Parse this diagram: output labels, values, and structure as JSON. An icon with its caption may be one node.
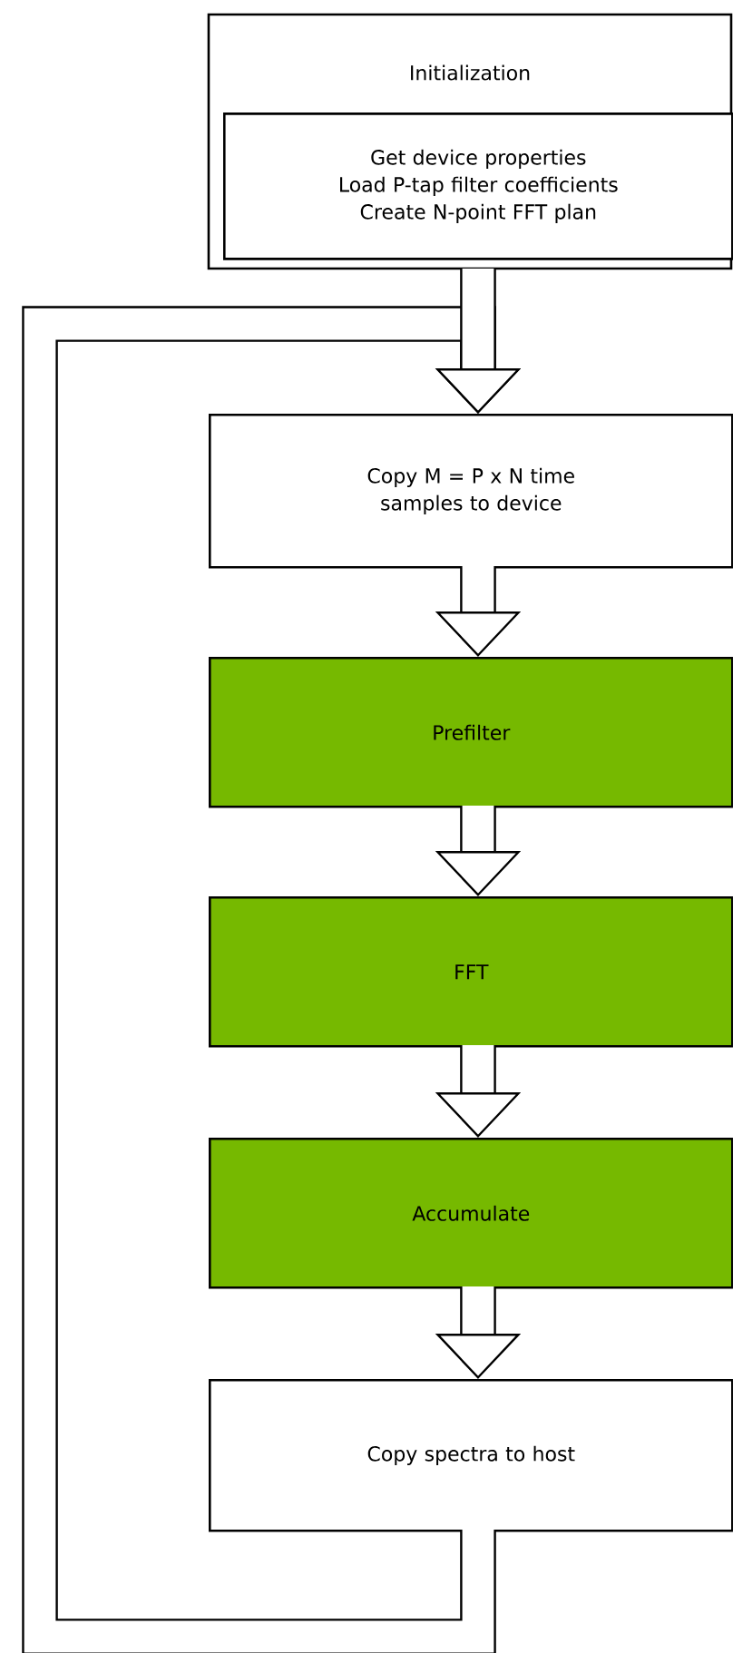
{
  "diagram": {
    "nodes": [
      {
        "text": [
          "Initialization"
        ]
      },
      {
        "text": [
          "Get device properties",
          "Load P-tap filter coefficients",
          "Create N-point FFT plan"
        ],
        "in": 0
      },
      {
        "text": [
          "Copy M = P x N time samples to device"
        ]
      },
      {
        "text": [
          "Prefilter"
        ]
      },
      {
        "text": [
          "FFT"
        ]
      },
      {
        "text": [
          "Accumulate"
        ]
      },
      {
        "text": [
          "Copy spectra to host"
        ]
      }
    ],
    "edges": [
      {
        "from": 0,
        "to": 2,
        "arrow": "to"
      },
      {
        "from": 2,
        "to": 3,
        "arrow": "to"
      },
      {
        "from": 3,
        "to": 4,
        "arrow": "to"
      },
      {
        "from": 4,
        "to": 5,
        "arrow": "to"
      },
      {
        "from": 5,
        "to": 6,
        "arrow": "to"
      },
      {
        "from": 6,
        "to": 2,
        "arrow": "to"
      }
    ]
  }
}
